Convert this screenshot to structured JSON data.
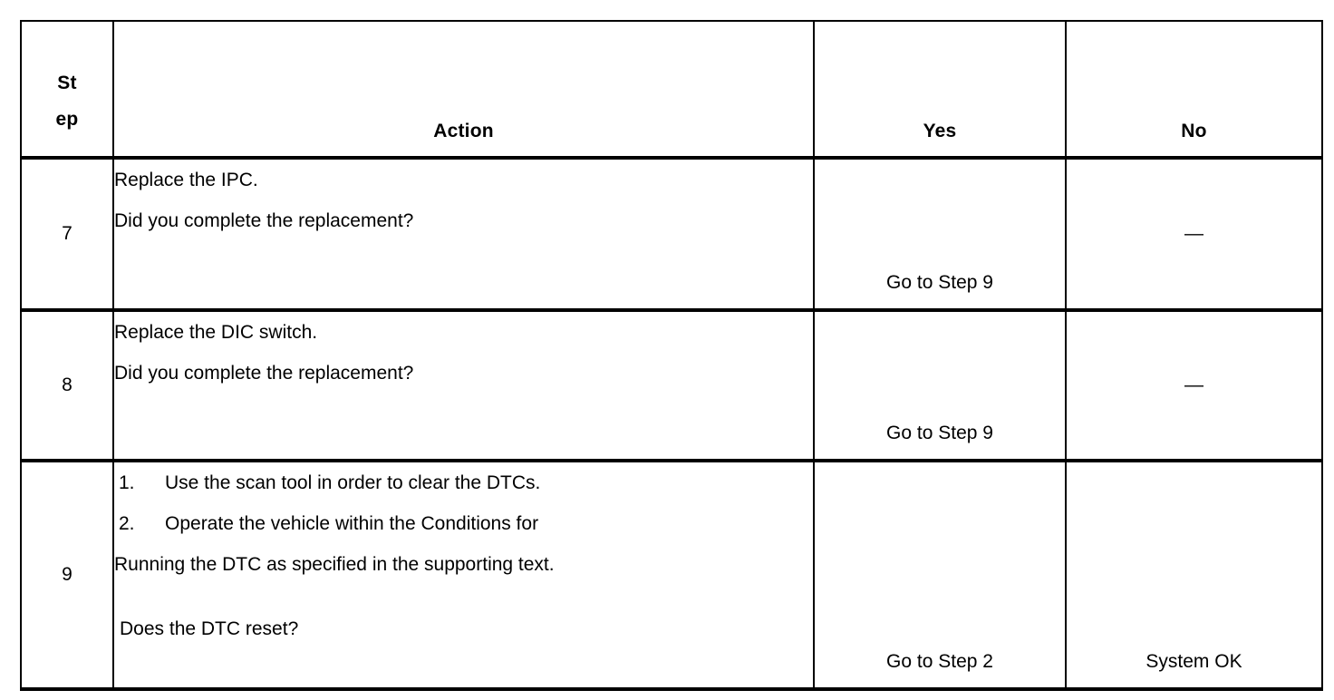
{
  "table": {
    "headers": {
      "step": "Step",
      "step_line1": "St",
      "step_line2": "ep",
      "action": "Action",
      "yes": "Yes",
      "no": "No"
    },
    "rows": [
      {
        "step": "7",
        "action_lines": [
          "Replace the IPC.",
          "Did you complete the replacement?"
        ],
        "yes": "Go to Step 9",
        "no": "—"
      },
      {
        "step": "8",
        "action_lines": [
          "Replace the DIC switch.",
          "Did you complete the replacement?"
        ],
        "yes": "Go to Step 9",
        "no": "—"
      },
      {
        "step": "9",
        "list_items": [
          {
            "num": "1.",
            "text": "Use the scan tool in order to clear the DTCs."
          },
          {
            "num": "2.",
            "text": "Operate the vehicle within the Conditions for"
          }
        ],
        "continuation": "Running the DTC as specified in the supporting text.",
        "question": "Does the DTC reset?",
        "yes": "Go to Step 2",
        "no": "System OK"
      }
    ]
  },
  "colors": {
    "border": "#000000",
    "text": "#000000",
    "background": "#ffffff"
  }
}
